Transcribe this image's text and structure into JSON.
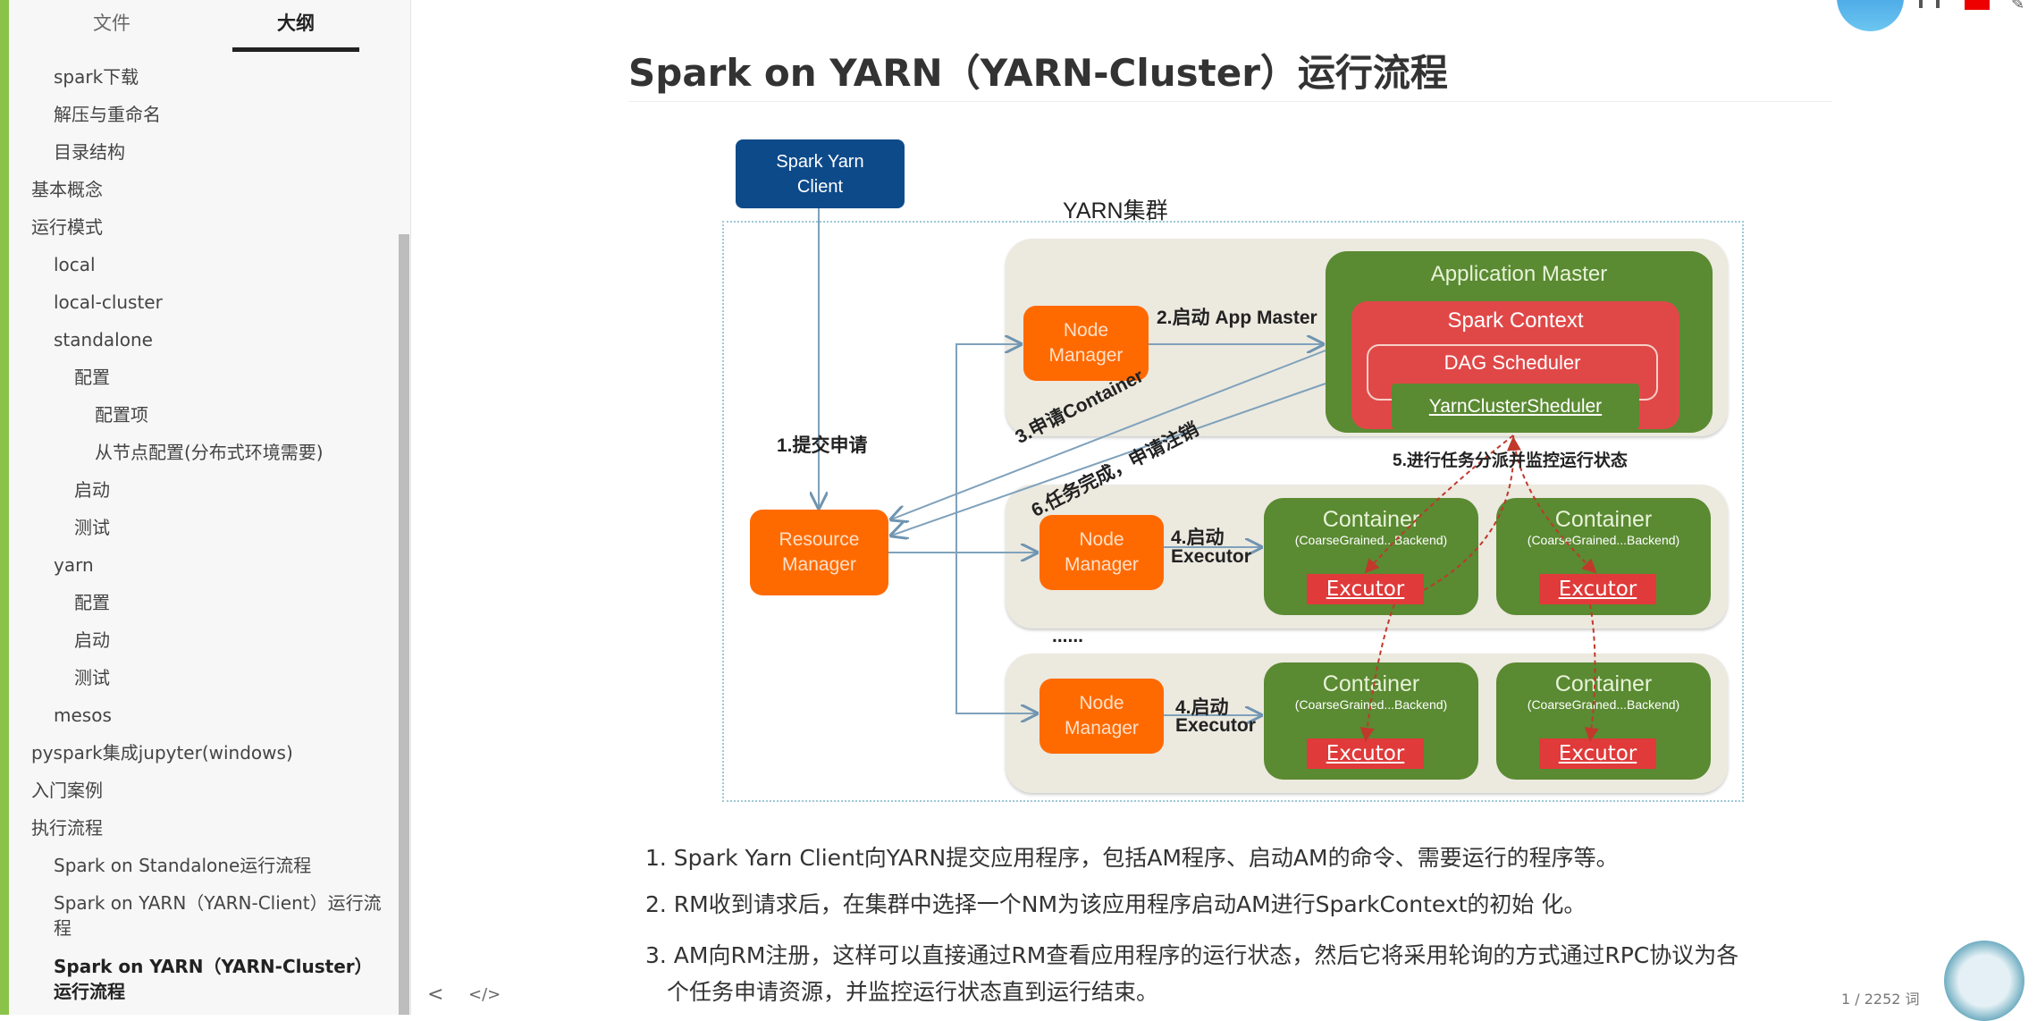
{
  "sidebar": {
    "tabs": [
      "文件",
      "大纲"
    ],
    "active_tab": 1,
    "items": [
      {
        "label": "spark下载",
        "level": 1
      },
      {
        "label": "解压与重命名",
        "level": 1
      },
      {
        "label": "目录结构",
        "level": 1
      },
      {
        "label": "基本概念",
        "level": 0
      },
      {
        "label": "运行模式",
        "level": 0
      },
      {
        "label": "local",
        "level": 1
      },
      {
        "label": "local-cluster",
        "level": 1
      },
      {
        "label": "standalone",
        "level": 1
      },
      {
        "label": "配置",
        "level": 2
      },
      {
        "label": "配置项",
        "level": 3
      },
      {
        "label": "从节点配置(分布式环境需要)",
        "level": 3
      },
      {
        "label": "启动",
        "level": 2
      },
      {
        "label": "测试",
        "level": 2
      },
      {
        "label": "yarn",
        "level": 1
      },
      {
        "label": "配置",
        "level": 2
      },
      {
        "label": "启动",
        "level": 2
      },
      {
        "label": "测试",
        "level": 2
      },
      {
        "label": "mesos",
        "level": 1
      },
      {
        "label": "pyspark集成jupyter(windows)",
        "level": 0
      },
      {
        "label": "入门案例",
        "level": 0
      },
      {
        "label": "执行流程",
        "level": 0
      },
      {
        "label": "Spark on Standalone运行流程",
        "level": 1
      },
      {
        "label": "Spark on YARN（YARN-Client）运行流程",
        "level": 1
      },
      {
        "label": "Spark on YARN（YARN-Cluster）运行流程",
        "level": 1,
        "active": true
      }
    ]
  },
  "main": {
    "title": "Spark on YARN（YARN-Cluster）运行流程",
    "diagram": {
      "client": "Spark Yarn Client",
      "cluster_label": "YARN集群",
      "resource_manager": "Resource Manager",
      "node_manager": "Node Manager",
      "app_master": "Application Master",
      "spark_context": "Spark Context",
      "dag_scheduler": "DAG Scheduler",
      "yarn_scheduler": "YarnClusterSheduler",
      "container": "Container",
      "container_sub": "(CoarseGrained...Backend)",
      "executor": "Excutor",
      "step1": "1.提交申请",
      "step2": "2.启动 App Master",
      "step3": "3.申请Container",
      "step4a": "4.启动",
      "step4b": "Executor",
      "step5": "5.进行任务分派并监控运行状态",
      "step6": "6.任务完成，申请注销",
      "ellipsis": "......"
    },
    "steps": [
      "1. Spark Yarn Client向YARN提交应用程序，包括AM程序、启动AM的命令、需要运行的程序等。",
      "2. RM收到请求后，在集群中选择一个NM为该应用程序启动AM进行SparkContext的初始 化。",
      "3. AM向RM注册，这样可以直接通过RM查看应用程序的运行状态，然后它将采用轮询的方式通过RPC协议为各",
      "个任务申请资源，并监控运行状态直到运行结束。"
    ]
  },
  "footer": {
    "prev": "<",
    "source": "</>",
    "word_count": "1 / 2252 词"
  },
  "colors": {
    "orange": "#ff6a00",
    "green": "#5a8a32",
    "red": "#e03a3a",
    "client_blue": "#0d4a8a"
  }
}
